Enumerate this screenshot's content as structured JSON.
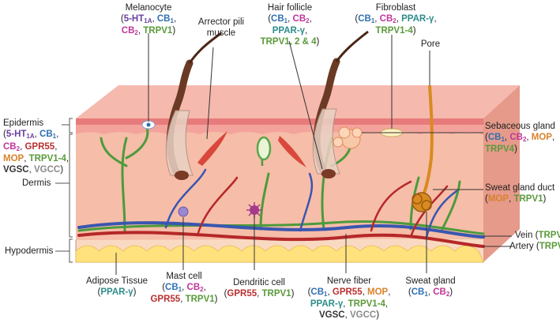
{
  "labels": {
    "melanocyte": "Melanocyte",
    "arrector": [
      "Arrector pili",
      "muscle"
    ],
    "hair_follicle": "Hair follicle",
    "fibroblast": "Fibroblast",
    "pore": "Pore",
    "epidermis": "Epidermis",
    "dermis": "Dermis",
    "hypodermis": "Hypodermis",
    "sebaceous": "Sebaceous gland",
    "sweat_duct": "Sweat gland duct",
    "vein": "Vein",
    "artery": "Artery",
    "adipose": "Adipose Tissue",
    "mast": "Mast cell",
    "dendritic": "Dendritic cell",
    "nerve": "Nerve fiber",
    "sweat_gland": "Sweat gland"
  },
  "receptors": {
    "ht1a": "5-HT",
    "ht1a_sub": "1A",
    "cb1": "CB",
    "cb1_sub": "1",
    "cb2": "CB",
    "cb2_sub": "2",
    "trpv1": "TRPV1",
    "trpv4": "TRPV4",
    "trpv1_4": "TRPV1-4",
    "trpv124": "TRPV1, 2 & 4",
    "ppar": "PPAR-γ",
    "gpr55": "GPR55",
    "mop": "MOP",
    "vgsc": "VGSC",
    "vgcc": "VGCC"
  },
  "colors": {
    "cb1": "#2f6fb3",
    "cb2": "#c0359a",
    "ppar": "#2e8c8c",
    "trpv": "#5a9a3a",
    "gpr55": "#b8312f",
    "mop": "#d9822b",
    "ht1a": "#6a3fa0",
    "vgsc": "#333333",
    "vgcc": "#8a8a8a",
    "skin_top": "#f2a0a0",
    "dermis": "#f6c0ae",
    "hypodermis": "#f9dcc6",
    "fat": "#ffe58a",
    "vein": "#3a56b0",
    "artery": "#b52828",
    "nerve": "#4d9a3c"
  }
}
